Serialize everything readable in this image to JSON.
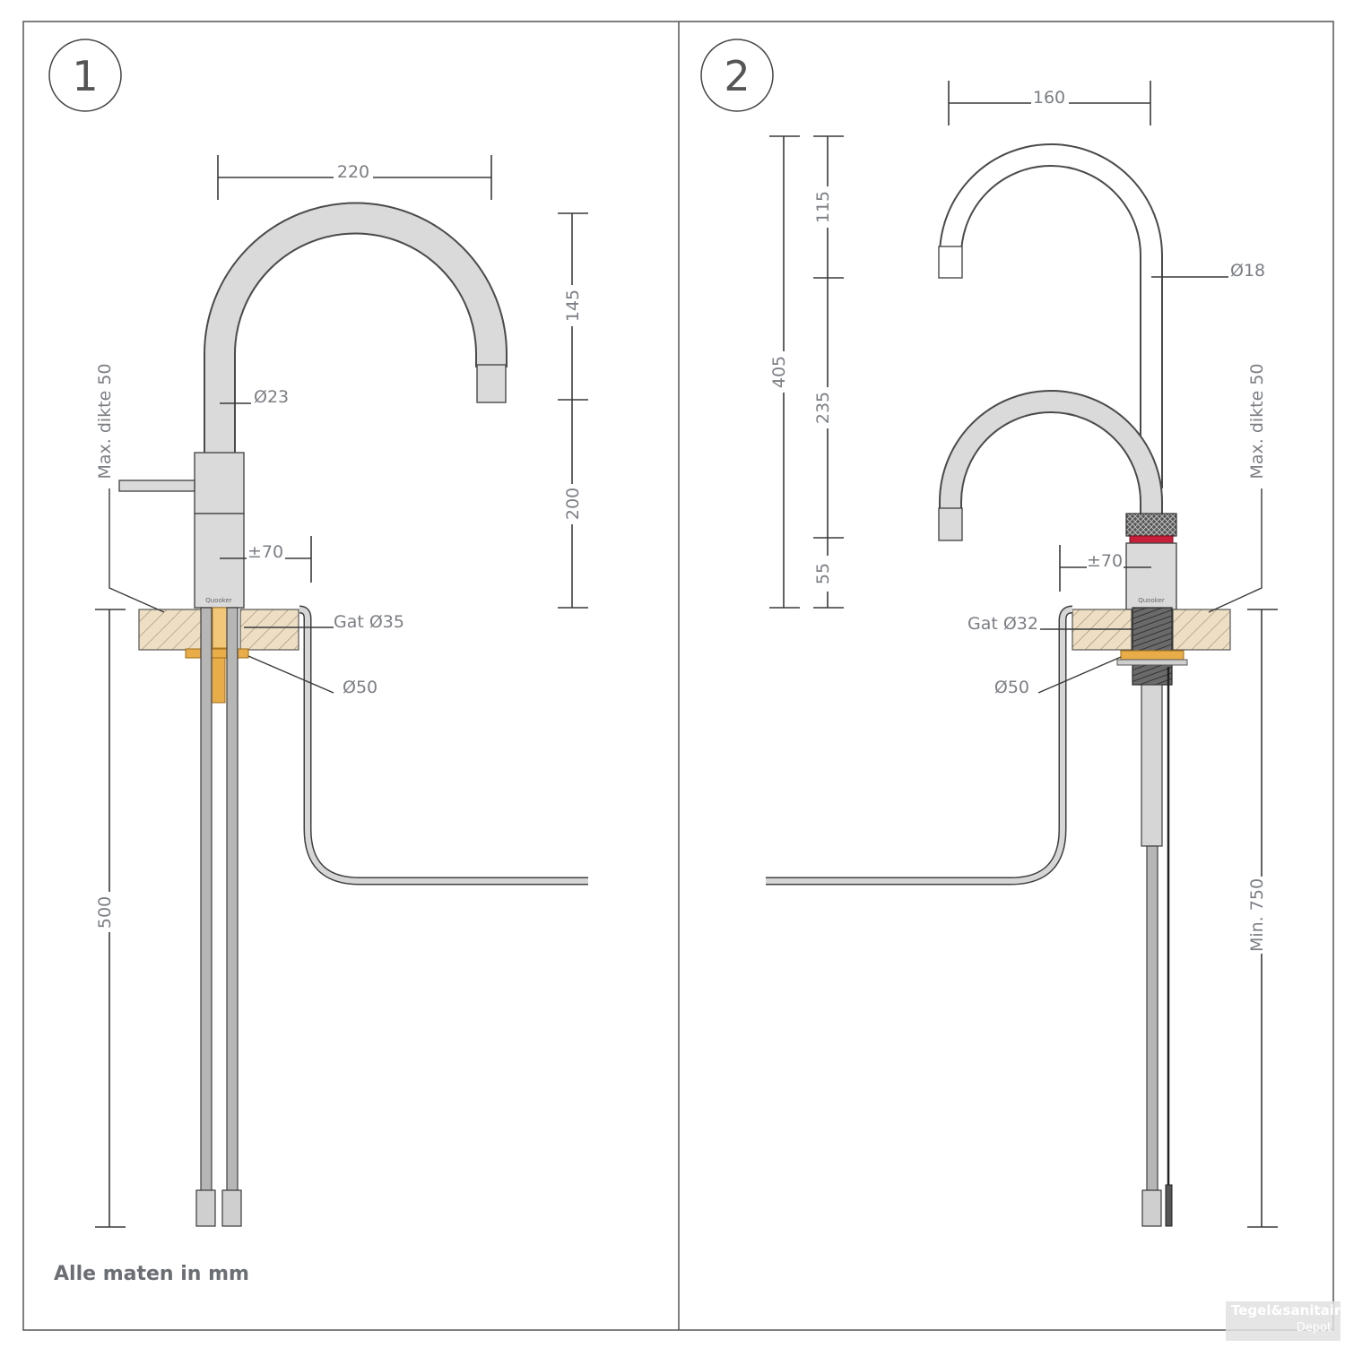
{
  "panels": [
    {
      "number": "1",
      "dimensions": {
        "width_top": "220",
        "upper_height": "145",
        "lower_height": "200",
        "spout_diameter": "Ø23",
        "offset": "±70",
        "hole": "Gat Ø35",
        "washer": "Ø50",
        "max_thickness": "Max. dikte 50",
        "hose_length": "500"
      }
    },
    {
      "number": "2",
      "dimensions": {
        "width_top": "160",
        "spout_diameter": "Ø18",
        "total_height": "405",
        "upper_height": "115",
        "middle_height": "235",
        "lower_height": "55",
        "offset": "±70",
        "hole": "Gat Ø32",
        "washer": "Ø50",
        "max_thickness": "Max. dikte 50",
        "min_length": "Min. 750"
      }
    }
  ],
  "brand_on_tap": "Quooker",
  "footer": "Alle maten in mm",
  "watermark": {
    "line1": "Tegel&sanitair",
    "line2": "Depot"
  },
  "colors": {
    "tap_body": "#dadada",
    "brass": "#e8ac48",
    "wood": "#eedfc4",
    "red_ring": "#c8203a",
    "thread": "#6a6a6a",
    "text": "#7b7e83"
  }
}
